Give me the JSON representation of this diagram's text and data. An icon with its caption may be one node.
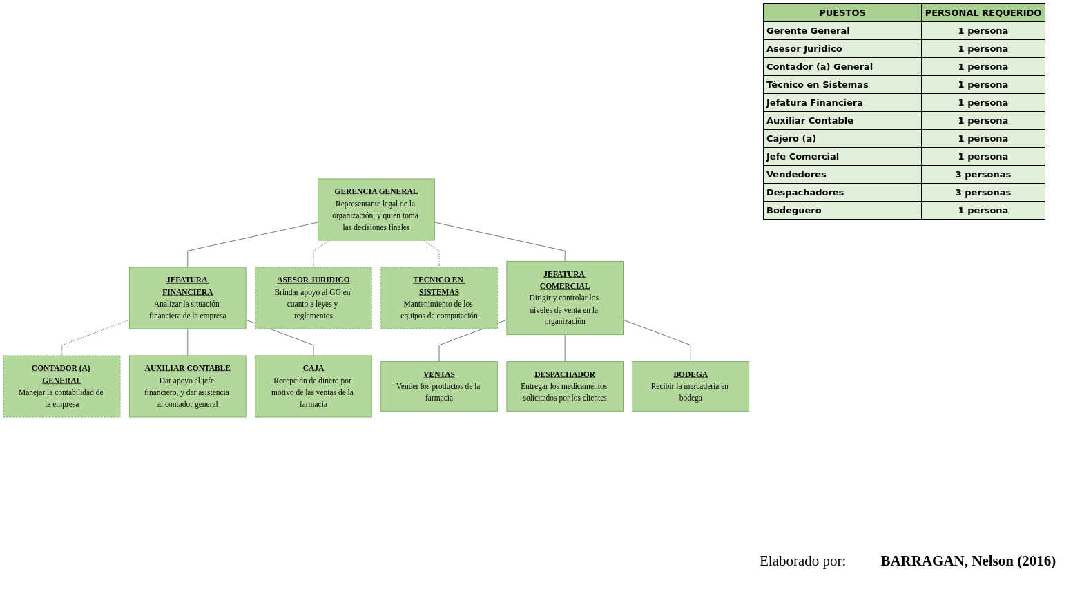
{
  "diagram": {
    "nodes": [
      {
        "text": [
          "GERENCIA GENERAL",
          "Representante legal de la organización, y quien toma las decisiones finales"
        ]
      },
      {
        "text": [
          "ASESOR JURIDICO",
          "Brindar apoyo al GG en cuanto a leyes y reglamentos"
        ]
      },
      {
        "text": [
          "TECNICO EN SISTEMAS",
          "Mantenimiento de los equipos de computación"
        ]
      },
      {
        "text": [
          "JEFATURA FINANCIERA",
          "Analizar la situación financiera de la empresa"
        ]
      },
      {
        "text": [
          "JEFATURA COMERCIAL",
          "Dirigir y controlar los niveles de venta en la organización"
        ]
      },
      {
        "text": [
          "CONTADOR (A) GENERAL",
          "Manejar la contabilidad de la empresa"
        ]
      },
      {
        "text": [
          "AUXILIAR CONTABLE",
          "Dar apoyo al jefe financiero, y dar asistencia al contador general"
        ]
      },
      {
        "text": [
          "CAJA",
          "Recepción de dinero por motivo de las ventas de la farmacia"
        ]
      },
      {
        "text": [
          "VENTAS",
          "Vender los productos de la farmacia"
        ]
      },
      {
        "text": [
          "DESPACHADOR",
          "Entregar los medicamentos solicitados por los clientes"
        ]
      },
      {
        "text": [
          "BODEGA",
          "Recibir la mercadería en bodega"
        ]
      }
    ],
    "edges": [
      {
        "from": 0,
        "to": 1,
        "arrow": "none",
        "style": "dashed"
      },
      {
        "from": 0,
        "to": 2,
        "arrow": "none",
        "style": "dashed"
      },
      {
        "from": 0,
        "to": 3,
        "arrow": "none"
      },
      {
        "from": 0,
        "to": 4,
        "arrow": "none"
      },
      {
        "from": 3,
        "to": 5,
        "arrow": "none",
        "style": "dashed"
      },
      {
        "from": 3,
        "to": 6,
        "arrow": "none"
      },
      {
        "from": 3,
        "to": 7,
        "arrow": "none"
      },
      {
        "from": 4,
        "to": 8,
        "arrow": "none"
      },
      {
        "from": 4,
        "to": 9,
        "arrow": "none"
      },
      {
        "from": 4,
        "to": 10,
        "arrow": "none"
      }
    ],
    "labels": [
      "PUESTOS",
      "PERSONAL REQUERIDO",
      "Gerente General",
      "1 persona",
      "Asesor Juridico",
      "1 persona",
      "Contador (a) General",
      "1 persona",
      "Técnico en Sistemas",
      "1 persona",
      "Jefatura Financiera",
      "1 persona",
      "Auxiliar Contable",
      "1 persona",
      "Cajero (a)",
      "1 persona",
      "Jefe Comercial",
      "1 persona",
      "Vendedores",
      "3 personas",
      "Despachadores",
      "3 personas",
      "Bodeguero",
      "1 persona",
      "Elaborado por:",
      "BARRAGAN, Nelson (2016)"
    ]
  }
}
